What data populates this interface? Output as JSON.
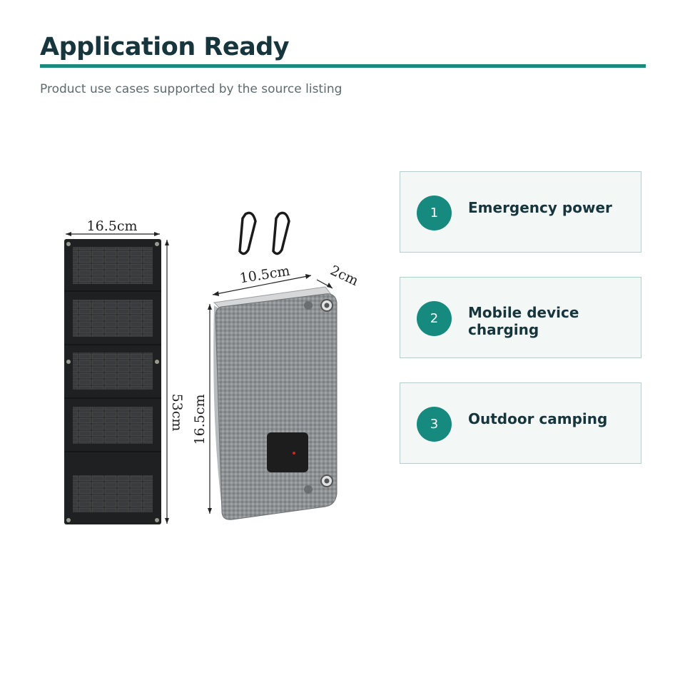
{
  "header": {
    "title": "Application Ready",
    "subtitle": "Product use cases supported by the source listing"
  },
  "product_image": {
    "dimension_labels": {
      "unfolded_width": "16.5cm",
      "unfolded_length": "53cm",
      "folded_width": "10.5cm",
      "folded_thickness": "2cm",
      "folded_height": "16.5cm"
    }
  },
  "use_cases": [
    {
      "number": "1",
      "label": "Emergency power"
    },
    {
      "number": "2",
      "label": "Mobile device charging"
    },
    {
      "number": "3",
      "label": "Outdoor camping"
    }
  ],
  "colors": {
    "accent": "#1a8a80",
    "title": "#17353c",
    "card_background": "#f3f7f6",
    "card_border": "#b4cfcb"
  }
}
